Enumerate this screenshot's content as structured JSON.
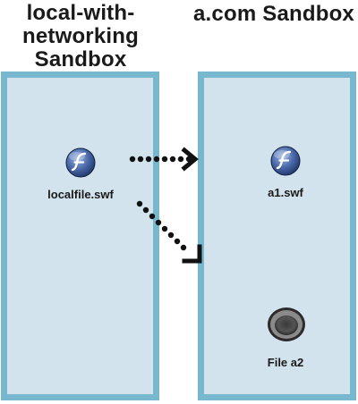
{
  "sandboxes": {
    "left": {
      "title": "local-with-\nnetworking\nSandbox",
      "file": {
        "icon": "flash-swf-icon",
        "label": "localfile.swf"
      }
    },
    "right": {
      "title": "a.com Sandbox",
      "files": [
        {
          "icon": "flash-swf-icon",
          "label": "a1.swf"
        },
        {
          "icon": "generic-file-icon",
          "label": "File a2"
        }
      ]
    }
  },
  "colors": {
    "sandbox_fill": "#d2e3ed",
    "sandbox_border": "#78b8ce",
    "arrow": "#111111",
    "flash_icon_dark": "#1e3566",
    "flash_icon_light": "#6f8fc8"
  }
}
